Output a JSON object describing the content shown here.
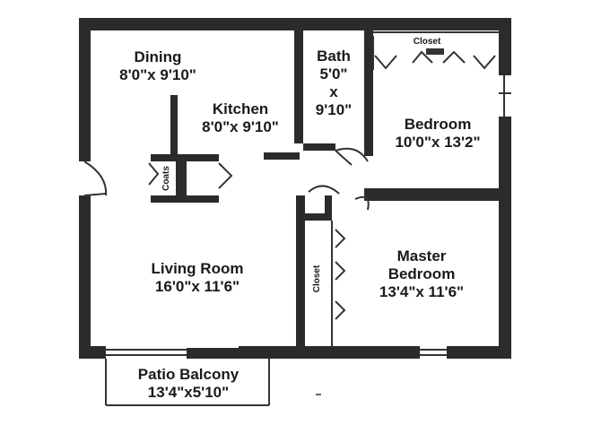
{
  "rooms": {
    "dining": {
      "name": "Dining",
      "size": "8'0\"x 9'10\""
    },
    "kitchen": {
      "name": "Kitchen",
      "size": "8'0\"x 9'10\""
    },
    "bath": {
      "name": "Bath",
      "size_w": "5'0\"",
      "size_x": "x",
      "size_h": "9'10\""
    },
    "bedroom": {
      "name": "Bedroom",
      "size": "10'0\"x 13'2\""
    },
    "living": {
      "name": "Living Room",
      "size": "16'0\"x 11'6\""
    },
    "master_bedroom": {
      "name_1": "Master",
      "name_2": "Bedroom",
      "size": "13'4\"x 11'6\""
    },
    "patio": {
      "name": "Patio Balcony",
      "size": "13'4\"x5'10\""
    }
  },
  "closets": {
    "bedroom_closet": "Closet",
    "coats_closet": "Coats",
    "master_closet": "Closet"
  },
  "colors": {
    "wall": "#2b2b2b",
    "line": "#333333",
    "background": "#ffffff"
  }
}
